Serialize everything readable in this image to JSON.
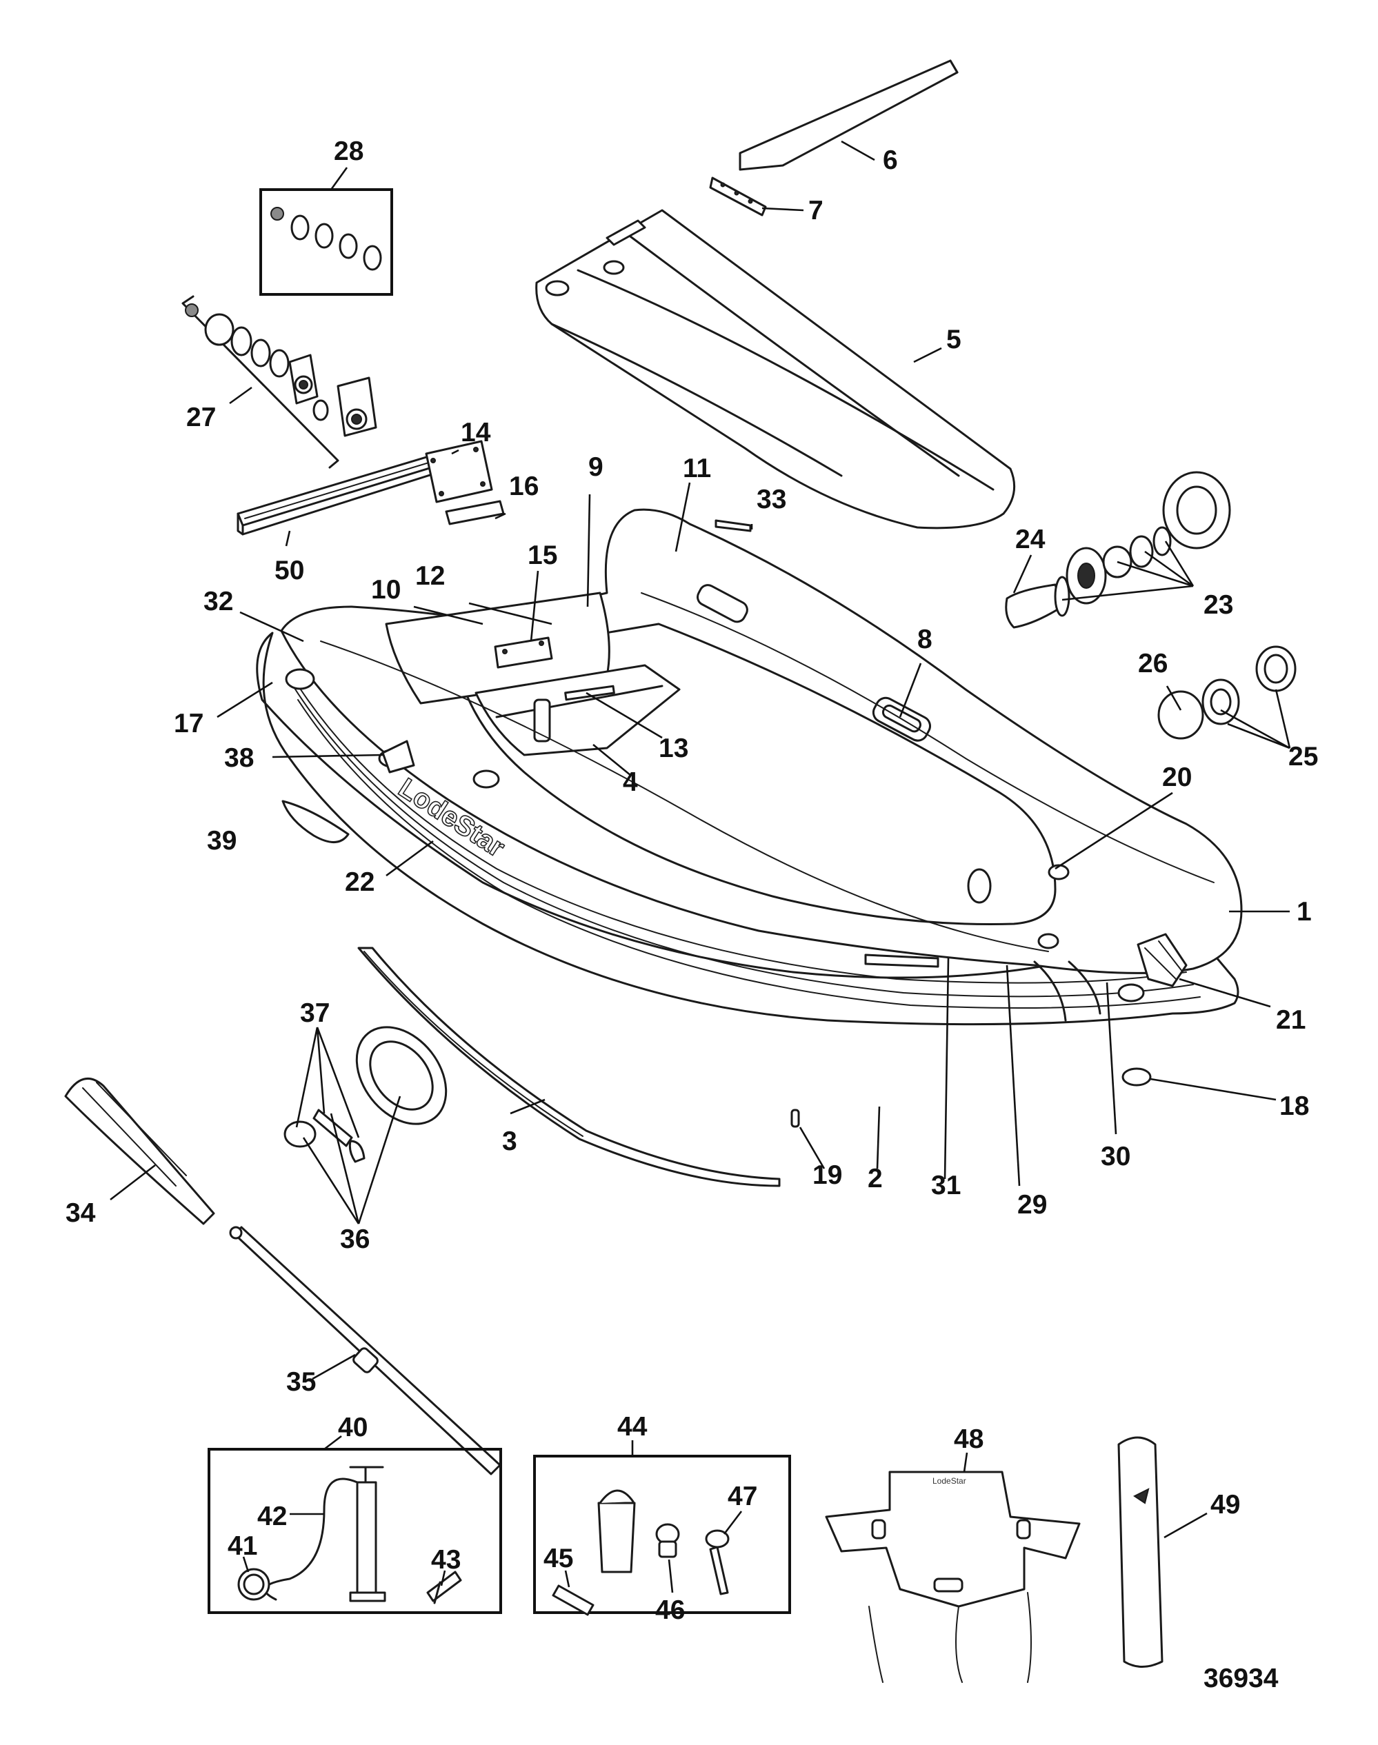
{
  "diagram": {
    "brand_text": "LodeStar",
    "figure_number": "36934",
    "callouts": {
      "c1": "1",
      "c2": "2",
      "c3": "3",
      "c4": "4",
      "c5": "5",
      "c6": "6",
      "c7": "7",
      "c8": "8",
      "c9": "9",
      "c10": "10",
      "c11": "11",
      "c12": "12",
      "c13": "13",
      "c14": "14",
      "c15": "15",
      "c16": "16",
      "c17": "17",
      "c18": "18",
      "c19": "19",
      "c20": "20",
      "c21": "21",
      "c22": "22",
      "c23": "23",
      "c24": "24",
      "c25": "25",
      "c26": "26",
      "c27": "27",
      "c28": "28",
      "c29": "29",
      "c30": "30",
      "c31": "31",
      "c32": "32",
      "c33": "33",
      "c34": "34",
      "c35": "35",
      "c36": "36",
      "c37": "37",
      "c38": "38",
      "c39": "39",
      "c40": "40",
      "c41": "41",
      "c42": "42",
      "c43": "43",
      "c44": "44",
      "c45": "45",
      "c46": "46",
      "c47": "47",
      "c48": "48",
      "c49": "49",
      "c50": "50"
    }
  }
}
